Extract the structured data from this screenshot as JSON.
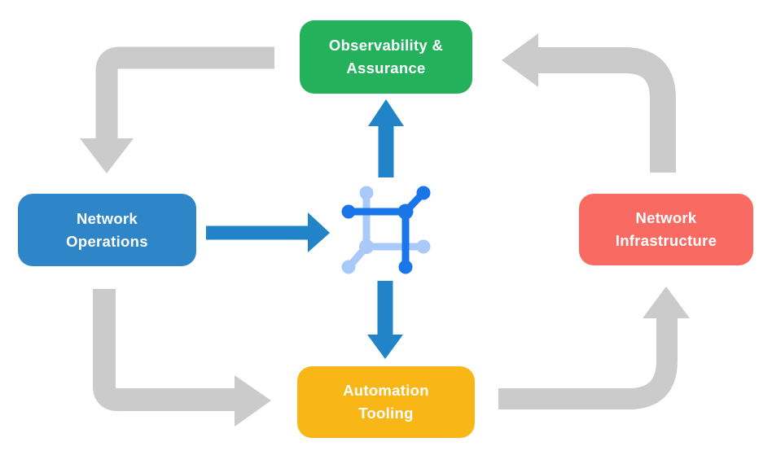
{
  "colors": {
    "background": "#FFFFFF",
    "text": "#FFFFFF",
    "node-green": "#23B15B",
    "node-blue": "#2E86C8",
    "node-coral": "#F96B62",
    "node-yellow": "#F9B717",
    "arrow-gray": "#CBCBCB",
    "arrow-blue": "#2183C8",
    "icon-dark-blue": "#1A75E8",
    "icon-light-blue": "#A9C9F8"
  },
  "diagram": {
    "nodes": {
      "observability": {
        "label": "Observability &\nAssurance"
      },
      "operations": {
        "label": "Network\nOperations"
      },
      "infrastructure": {
        "label": "Network\nInfrastructure"
      },
      "automation": {
        "label": "Automation\nTooling"
      }
    },
    "center_icon": "network-mesh-icon",
    "flow": [
      "Observability & Assurance -> Network Operations",
      "Network Operations -> Automation Tooling",
      "Automation Tooling -> Network Infrastructure",
      "Network Infrastructure -> Observability & Assurance",
      "Network Operations -> center icon",
      "center icon -> Observability & Assurance",
      "center icon -> Automation Tooling"
    ]
  }
}
